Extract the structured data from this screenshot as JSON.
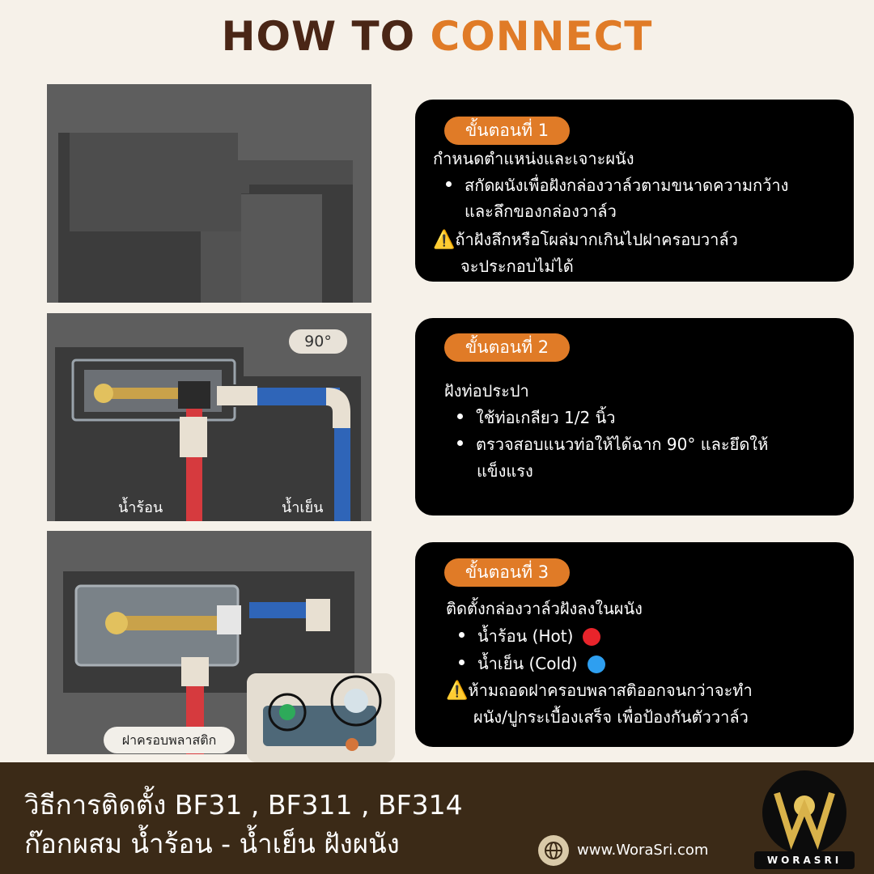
{
  "header": {
    "title_part1": "HOW TO",
    "title_part2": "CONNECT"
  },
  "steps": [
    {
      "label": "ขั้นตอนที่ 1",
      "heading": "กำหนดตำแหน่งและเจาะผนัง",
      "bullets": [
        "สกัดผนังเพื่อฝังกล่องวาล์วตามขนาดความกว้าง",
        "และลึกของกล่องวาล์ว"
      ],
      "warning": [
        "ถ้าฝังลึกหรือโผล่มากเกินไปฝาครอบวาล์ว",
        "จะประกอบไม่ได้"
      ]
    },
    {
      "label": "ขั้นตอนที่ 2",
      "heading": "ฝังท่อประปา",
      "bullets": [
        "ใช้ท่อเกลียว 1/2 นิ้ว",
        "ตรวจสอบแนวท่อให้ได้ฉาก 90° และยึดให้",
        "แข็งแรง"
      ]
    },
    {
      "label": "ขั้นตอนที่ 3",
      "heading": "ติดตั้งกล่องวาล์วฝังลงในผนัง",
      "bullets": [
        "น้ำร้อน (Hot)",
        "น้ำเย็น (Cold)"
      ],
      "warning": [
        "ห้ามถอดฝาครอบพลาสติออกจนกว่าจะทำ",
        "ผนัง/ปูกระเบื้องเสร็จ เพื่อป้องกันตัววาล์ว"
      ]
    }
  ],
  "images": {
    "angle_label": "90°",
    "hot_label": "น้ำร้อน",
    "cold_label": "น้ำเย็น",
    "cover_label": "ฝาครอบพลาสติก"
  },
  "footer": {
    "line1": "วิธีการติดตั้ง BF31 , BF311 , BF314",
    "line2": "ก๊อกผสม น้ำร้อน - น้ำเย็น ฝังผนัง",
    "website": "www.WoraSri.com",
    "brand": "WORASRI",
    "globe_icon": "globe-icon"
  },
  "colors": {
    "accent": "#e07b27",
    "title_dark": "#4a2616",
    "footer_bg": "#3b2a17",
    "hot": "#e8242b",
    "cold": "#2e9ff0"
  }
}
